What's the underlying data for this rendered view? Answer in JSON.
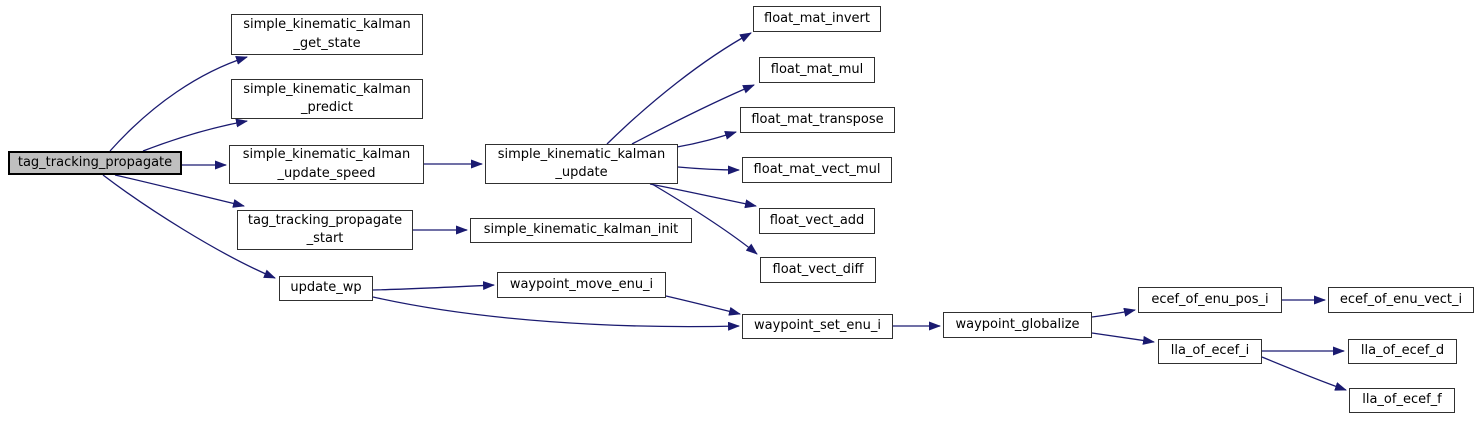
{
  "diagram": {
    "type": "call-graph",
    "description": "Doxygen function call graph for tag_tracking_propagate",
    "colors": {
      "background": "#ffffff",
      "edge": "#1a1a70",
      "node_border": "#303030",
      "node_fill": "#ffffff",
      "highlight_fill": "#bfbfbf"
    },
    "nodes": [
      {
        "id": "tag",
        "label": "tag_tracking_propagate",
        "highlighted": true
      },
      {
        "id": "get_state",
        "label": "simple_kinematic_kalman\n_get_state"
      },
      {
        "id": "predict",
        "label": "simple_kinematic_kalman\n_predict"
      },
      {
        "id": "update_speed",
        "label": "simple_kinematic_kalman\n_update_speed"
      },
      {
        "id": "start",
        "label": "tag_tracking_propagate\n_start"
      },
      {
        "id": "update_wp",
        "label": "update_wp"
      },
      {
        "id": "kalman_update",
        "label": "simple_kinematic_kalman\n_update"
      },
      {
        "id": "kalman_init",
        "label": "simple_kinematic_kalman_init"
      },
      {
        "id": "move_enu",
        "label": "waypoint_move_enu_i"
      },
      {
        "id": "mat_invert",
        "label": "float_mat_invert"
      },
      {
        "id": "mat_mul",
        "label": "float_mat_mul"
      },
      {
        "id": "mat_transpose",
        "label": "float_mat_transpose"
      },
      {
        "id": "mat_vect_mul",
        "label": "float_mat_vect_mul"
      },
      {
        "id": "vect_add",
        "label": "float_vect_add"
      },
      {
        "id": "vect_diff",
        "label": "float_vect_diff"
      },
      {
        "id": "set_enu",
        "label": "waypoint_set_enu_i"
      },
      {
        "id": "globalize",
        "label": "waypoint_globalize"
      },
      {
        "id": "ecef_pos",
        "label": "ecef_of_enu_pos_i"
      },
      {
        "id": "lla_ecef_i",
        "label": "lla_of_ecef_i"
      },
      {
        "id": "ecef_vect",
        "label": "ecef_of_enu_vect_i"
      },
      {
        "id": "lla_d",
        "label": "lla_of_ecef_d"
      },
      {
        "id": "lla_f",
        "label": "lla_of_ecef_f"
      }
    ],
    "edges": [
      {
        "from": "tag",
        "to": "get_state"
      },
      {
        "from": "tag",
        "to": "predict"
      },
      {
        "from": "tag",
        "to": "update_speed"
      },
      {
        "from": "tag",
        "to": "start"
      },
      {
        "from": "tag",
        "to": "update_wp"
      },
      {
        "from": "update_speed",
        "to": "kalman_update"
      },
      {
        "from": "start",
        "to": "kalman_init"
      },
      {
        "from": "kalman_update",
        "to": "mat_invert"
      },
      {
        "from": "kalman_update",
        "to": "mat_mul"
      },
      {
        "from": "kalman_update",
        "to": "mat_transpose"
      },
      {
        "from": "kalman_update",
        "to": "mat_vect_mul"
      },
      {
        "from": "kalman_update",
        "to": "vect_add"
      },
      {
        "from": "kalman_update",
        "to": "vect_diff"
      },
      {
        "from": "update_wp",
        "to": "move_enu"
      },
      {
        "from": "update_wp",
        "to": "set_enu"
      },
      {
        "from": "move_enu",
        "to": "set_enu"
      },
      {
        "from": "set_enu",
        "to": "globalize"
      },
      {
        "from": "globalize",
        "to": "ecef_pos"
      },
      {
        "from": "globalize",
        "to": "lla_ecef_i"
      },
      {
        "from": "ecef_pos",
        "to": "ecef_vect"
      },
      {
        "from": "lla_ecef_i",
        "to": "lla_d"
      },
      {
        "from": "lla_ecef_i",
        "to": "lla_f"
      }
    ]
  }
}
